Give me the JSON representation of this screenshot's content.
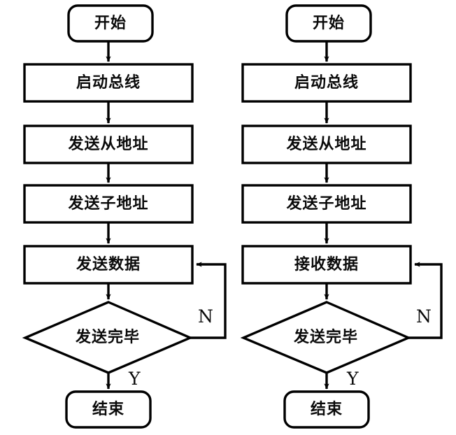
{
  "figure": {
    "kind": "flowchart-pair",
    "stroke_color": "#000000",
    "fill_color": "#ffffff",
    "background": "#ffffff"
  },
  "charts": [
    {
      "id": "write-flow",
      "nodes": {
        "start": "开始",
        "start_bus": "启动总线",
        "send_slave_addr": "发送从地址",
        "send_sub_addr": "发送子地址",
        "data_step": "发送数据",
        "decision": "发送完毕",
        "end": "结束"
      },
      "edges": {
        "no_label": "N",
        "yes_label": "Y"
      }
    },
    {
      "id": "read-flow",
      "nodes": {
        "start": "开始",
        "start_bus": "启动总线",
        "send_slave_addr": "发送从地址",
        "send_sub_addr": "发送子地址",
        "data_step": "接收数据",
        "decision": "发送完毕",
        "end": "结束"
      },
      "edges": {
        "no_label": "N",
        "yes_label": "Y"
      }
    }
  ]
}
